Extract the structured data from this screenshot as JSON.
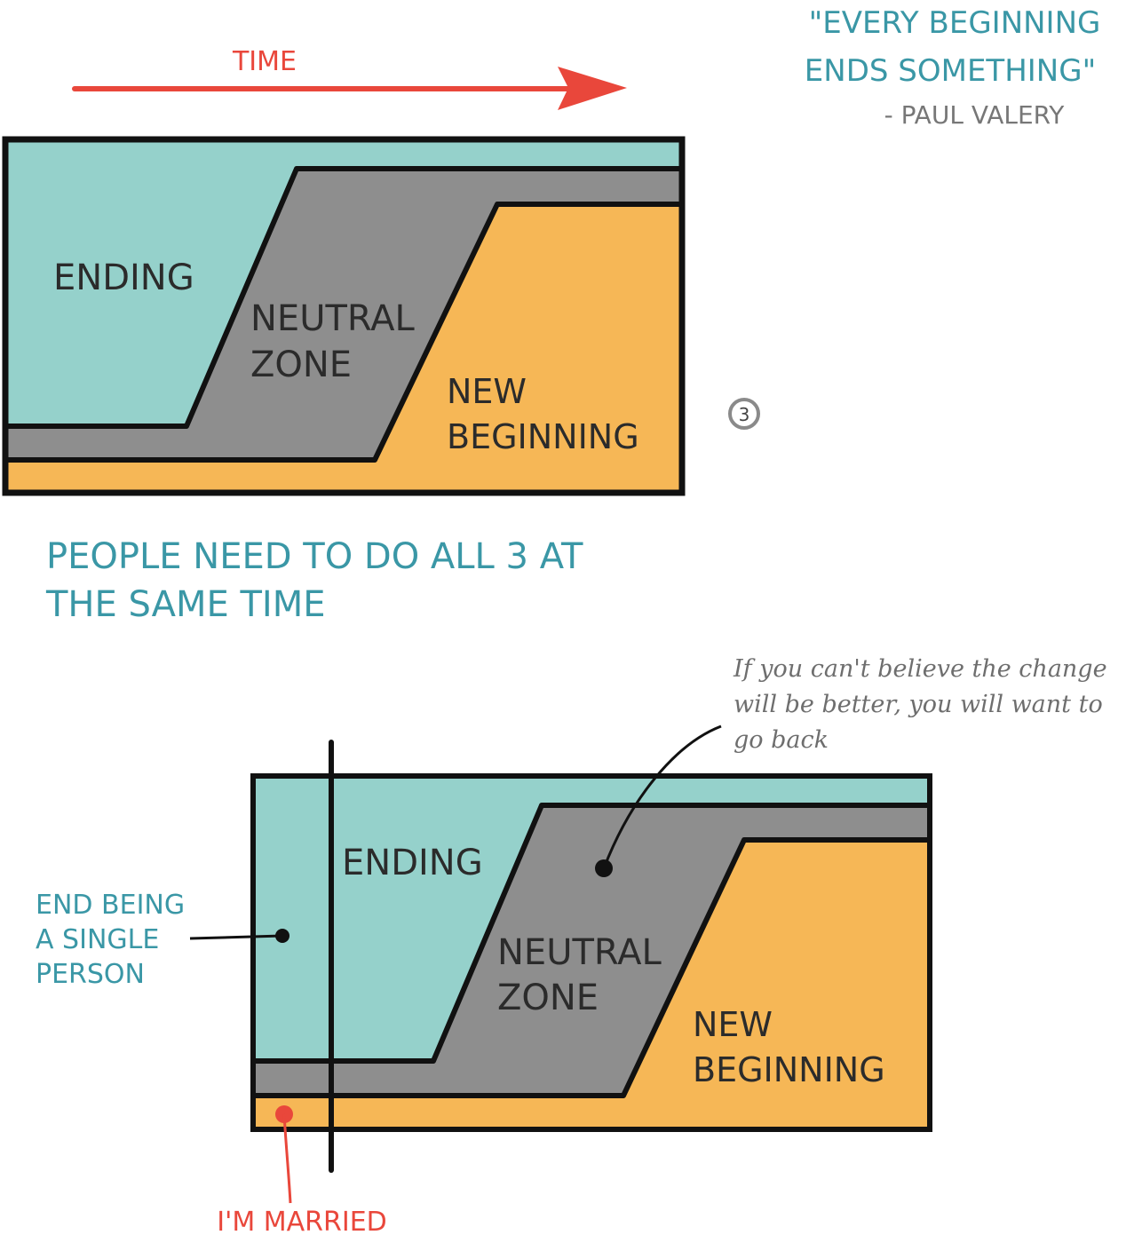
{
  "time_arrow": {
    "label": "TIME",
    "color": "#e9473b"
  },
  "quote": {
    "lines": [
      "\"EVERY BEGINNING",
      "ENDS SOMETHING\""
    ],
    "attribution": "- PAUL VALERY",
    "color": "#3a97a6"
  },
  "colors": {
    "ending": "#95d1cb",
    "neutral": "#8e8e8e",
    "new_beginning": "#f6b756",
    "outline": "#111111",
    "accent_red": "#e9473b",
    "teal_text": "#3a97a6"
  },
  "diagram_top": {
    "ending_label": "ENDING",
    "neutral_lines": [
      "NEUTRAL",
      "ZONE"
    ],
    "new_lines": [
      "NEW",
      "BEGINNING"
    ]
  },
  "page_number": "3",
  "statement": {
    "lines": [
      "PEOPLE NEED TO DO ALL 3 AT",
      "THE SAME TIME"
    ]
  },
  "diagram_bottom": {
    "ending_label": "ENDING",
    "neutral_lines": [
      "NEUTRAL",
      "ZONE"
    ],
    "new_lines": [
      "NEW",
      "BEGINNING"
    ]
  },
  "annotations": {
    "left_note": [
      "END BEING",
      "A SINGLE",
      "PERSON"
    ],
    "married_note": "I'M MARRIED",
    "top_note": [
      "If you can't believe the change",
      "will be better, you will want to",
      "go back"
    ]
  }
}
